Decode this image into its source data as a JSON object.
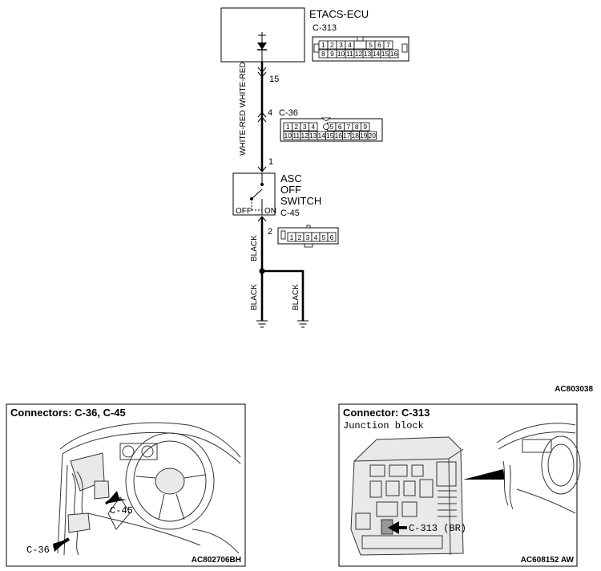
{
  "ecu": {
    "name": "ETACS-ECU",
    "connector": "C-313",
    "pin": "15",
    "pins_top": [
      "1",
      "2",
      "3",
      "4",
      "5",
      "6",
      "7"
    ],
    "pins_bottom": [
      "8",
      "9",
      "10",
      "11",
      "12",
      "13",
      "14",
      "15",
      "16"
    ]
  },
  "wire_color_top": "WHITE-RED",
  "connector_c36": {
    "label": "C-36",
    "pin": "4",
    "pins_top": [
      "1",
      "2",
      "3",
      "4",
      "5",
      "6",
      "7",
      "8",
      "9"
    ],
    "pins_bottom": [
      "10",
      "11",
      "12",
      "13",
      "14",
      "15",
      "16",
      "17",
      "18",
      "19",
      "20"
    ]
  },
  "wire_color_mid": "WHITE-RED",
  "switch": {
    "name_line1": "ASC",
    "name_line2": "OFF",
    "name_line3": "SWITCH",
    "connector": "C-45",
    "pin_top": "1",
    "pin_bottom": "2",
    "off_label": "OFF",
    "on_label": "ON",
    "pins": [
      "1",
      "2",
      "3",
      "4",
      "5",
      "6"
    ]
  },
  "wire_color_bottom": "BLACK",
  "wire_color_ground_left": "BLACK",
  "wire_color_ground_right": "BLACK",
  "figure_code_main": "AC803038",
  "panel_left": {
    "title": "Connectors: C-36, C-45",
    "callout_c45": "C-45",
    "callout_c36": "C-36",
    "code": "AC802706BH"
  },
  "panel_right": {
    "title": "Connector: C-313",
    "subtitle": "Junction block",
    "callout": "C-313 (BR)",
    "code": "AC608152 AW"
  }
}
